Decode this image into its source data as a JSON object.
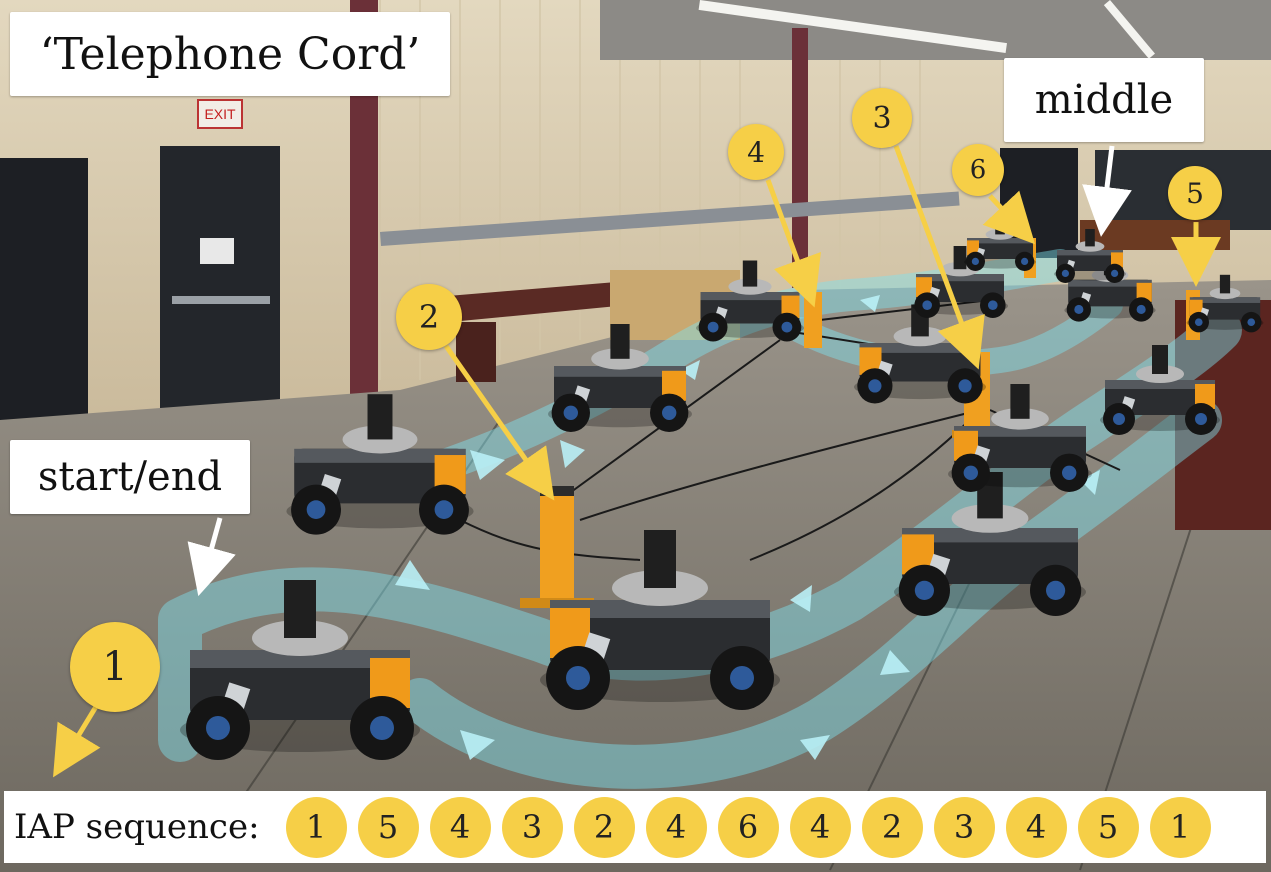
{
  "title": "‘Telephone Cord’",
  "labels": {
    "middle": "middle",
    "start_end": "start/end",
    "exit_sign": "EXIT"
  },
  "markers": [
    "1",
    "2",
    "3",
    "4",
    "5",
    "6"
  ],
  "sequence": {
    "label": "IAP sequence:",
    "items": [
      "1",
      "5",
      "4",
      "3",
      "2",
      "4",
      "6",
      "4",
      "2",
      "3",
      "4",
      "5",
      "1"
    ]
  },
  "colors": {
    "marker_fill": "#f6cf47",
    "path_overlay": "#7fe3f0",
    "label_background": "#ffffff",
    "pole": "#f0a020",
    "robot_accent": "#f09a1a"
  }
}
